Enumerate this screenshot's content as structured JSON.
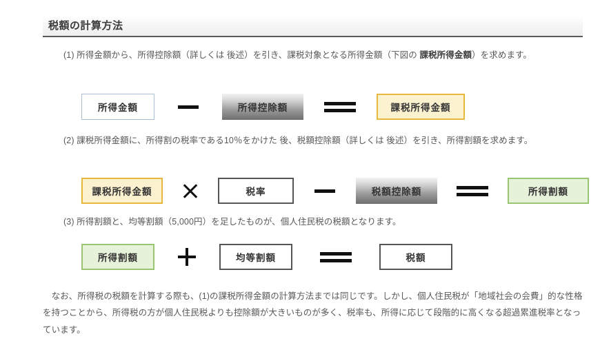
{
  "header": {
    "title": "税額の計算方法"
  },
  "steps": [
    {
      "number": "(1)",
      "text_before_bold": "(1) 所得金額から、所得控除額（詳しくは 後述）を引き、課税対象となる所得金額（下図の ",
      "bold": "課税所得金額",
      "text_after_bold": "）を求めます。"
    },
    {
      "number": "(2)",
      "full_text": "(2) 課税所得金額に、所得割の税率である10％をかけた 後、税額控除額（詳しくは 後述）を引き、所得割額を求めます。"
    },
    {
      "number": "(3)",
      "full_text": "(3) 所得割額と、均等割額（5,000円）を足したものが、個人住民税の税額となります。"
    }
  ],
  "formula_rows": [
    {
      "id": "formula-1",
      "items": [
        {
          "kind": "box",
          "style": "blue",
          "label": "所得金額"
        },
        {
          "kind": "op",
          "style": "minus",
          "label": "−"
        },
        {
          "kind": "box",
          "style": "gray-grad",
          "label": "所得控除額"
        },
        {
          "kind": "op",
          "style": "equals",
          "label": "＝"
        },
        {
          "kind": "box",
          "style": "yellow",
          "label": "課税所得金額"
        }
      ]
    },
    {
      "id": "formula-2",
      "items": [
        {
          "kind": "box",
          "style": "yellow",
          "label": "課税所得金額"
        },
        {
          "kind": "op",
          "style": "times",
          "label": "×"
        },
        {
          "kind": "box",
          "style": "dark",
          "label": "税率"
        },
        {
          "kind": "op",
          "style": "minus",
          "label": "−"
        },
        {
          "kind": "box",
          "style": "gray-grad",
          "label": "税額控除額"
        },
        {
          "kind": "op",
          "style": "equals",
          "label": "＝"
        },
        {
          "kind": "box",
          "style": "green",
          "label": "所得割額"
        }
      ]
    },
    {
      "id": "formula-3",
      "items": [
        {
          "kind": "box",
          "style": "green",
          "label": "所得割額"
        },
        {
          "kind": "op",
          "style": "plus",
          "label": "＋"
        },
        {
          "kind": "box",
          "style": "dark",
          "label": "均等割額"
        },
        {
          "kind": "op",
          "style": "equals",
          "label": "＝"
        },
        {
          "kind": "box",
          "style": "dark",
          "label": "税額"
        }
      ]
    }
  ],
  "closing": {
    "text": "　なお、所得税の税額を計算する際も、(1)の課税所得金額の計算方法までは同じです。しかし、個人住民税が「地域社会の会費」的な性格を持つことから、所得税の方が個人住民税よりも控除額が大きいものが多く、税率も、所得に応じて段階的に高くなる超過累進税率となっています。"
  },
  "colors": {
    "border_blue": "#a9bed2",
    "border_yellow": "#e8b83c",
    "fill_yellow": "#fdf2d0",
    "border_green": "#9ac46f",
    "fill_green": "#e7f2da",
    "border_dark": "#555555",
    "header_rule": "#58585a",
    "text": "#585858",
    "operator": "#111111"
  }
}
